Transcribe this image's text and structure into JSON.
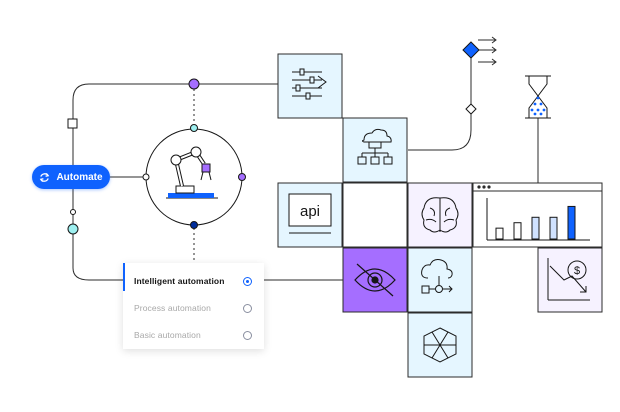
{
  "automate_button": {
    "label": "Automate"
  },
  "automation_options": {
    "items": [
      {
        "label": "Intelligent automation",
        "selected": true
      },
      {
        "label": "Process automation",
        "selected": false
      },
      {
        "label": "Basic automation",
        "selected": false
      }
    ]
  },
  "api_tile": {
    "label": "api"
  },
  "currency_icon": {
    "symbol": "$"
  },
  "colors": {
    "accent_blue": "#0f62fe",
    "purple": "#a56eff",
    "teal": "#9ef0f0",
    "light_blue_tile": "#e5f6ff",
    "lavender_tile": "#f6f2ff"
  },
  "chart_data": {
    "type": "bar",
    "categories": [
      "",
      "",
      "",
      "",
      ""
    ],
    "values": [
      2,
      3,
      4,
      4,
      6
    ],
    "ylim": [
      0,
      7
    ]
  }
}
